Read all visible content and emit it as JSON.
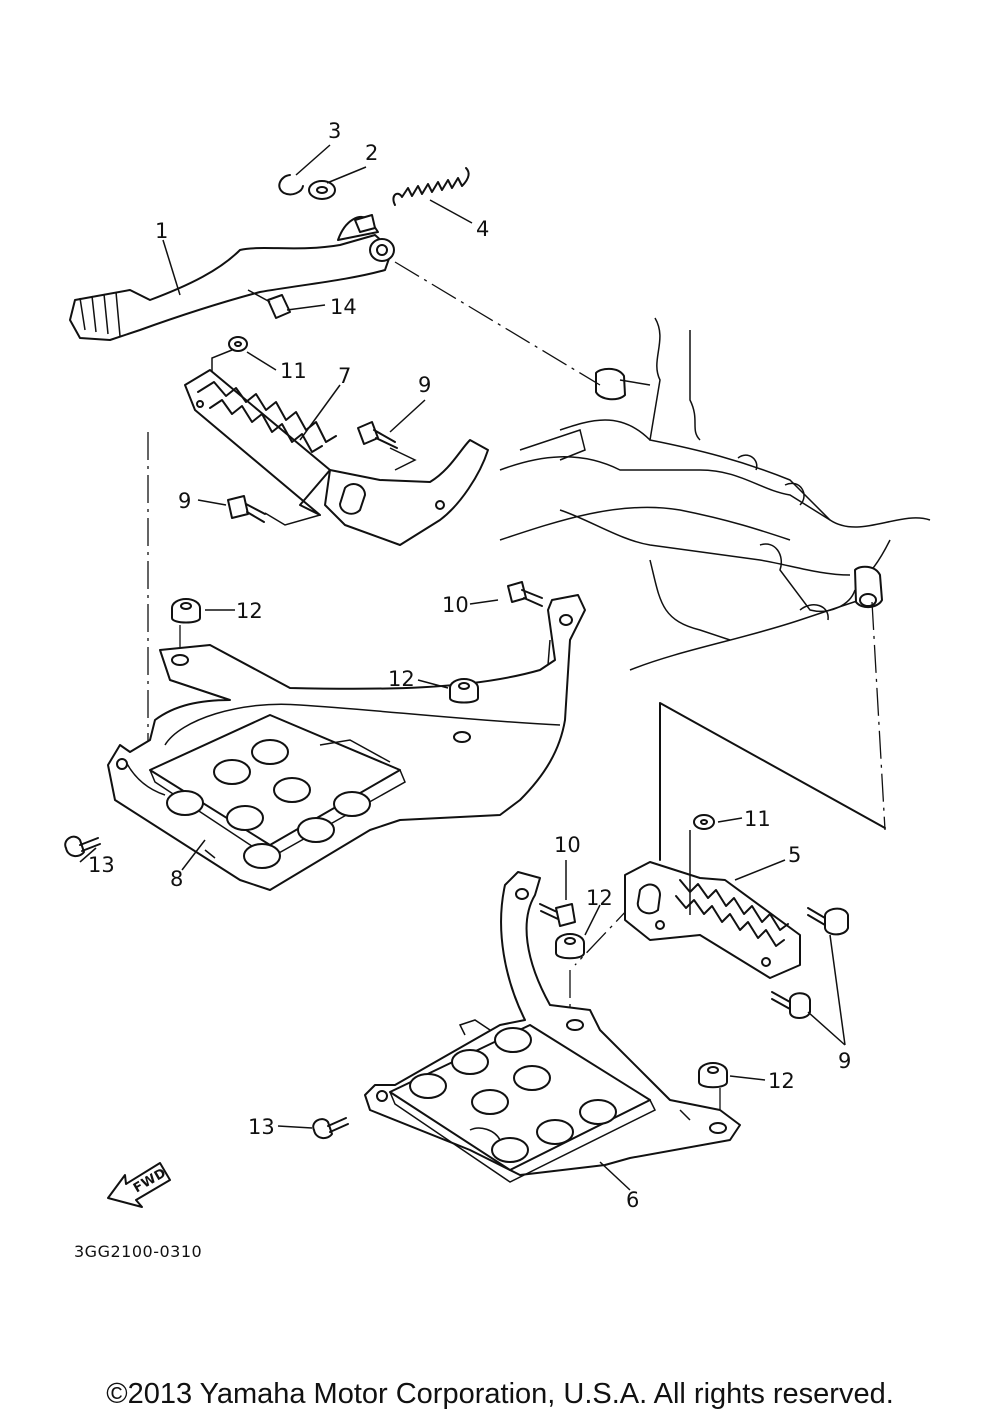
{
  "callouts": {
    "c1": "1",
    "c2": "2",
    "c3": "3",
    "c4": "4",
    "c5": "5",
    "c6": "6",
    "c7": "7",
    "c8": "8",
    "c9a": "9",
    "c9b": "9",
    "c9c": "9",
    "c10a": "10",
    "c10b": "10",
    "c11a": "11",
    "c11b": "11",
    "c12a": "12",
    "c12b": "12",
    "c12c": "12",
    "c12d": "12",
    "c13a": "13",
    "c13b": "13",
    "c14": "14"
  },
  "fwd_label": "FWD",
  "diagram_code": "3GG2100-0310",
  "copyright": "©2013 Yamaha Motor Corporation, U.S.A. All rights reserved."
}
